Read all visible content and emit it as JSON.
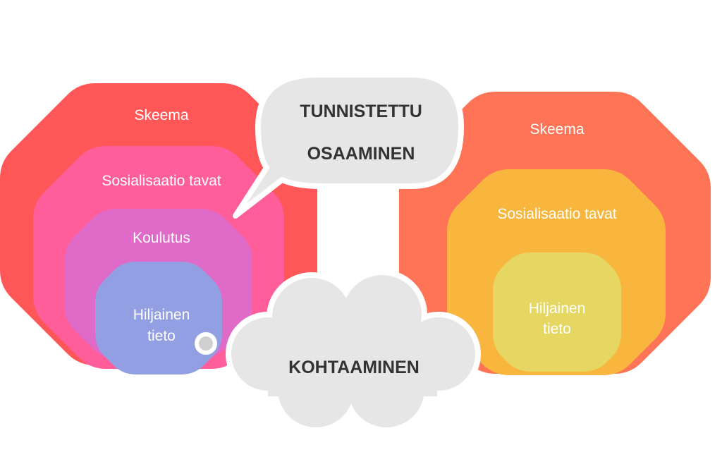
{
  "left_group": {
    "outer_label": "Skeema",
    "second_label": "Sosialisaatio tavat",
    "third_label": "Koulutus",
    "inner_label_line1": "Hiljainen",
    "inner_label_line2": "tieto"
  },
  "right_group": {
    "outer_label": "Skeema",
    "second_label": "Sosialisaatio tavat",
    "inner_label_line1": "Hiljainen",
    "inner_label_line2": "tieto"
  },
  "speech_bubble": {
    "line1": "TUNNISTETTU",
    "line2": "OSAAMINEN"
  },
  "cloud": {
    "label": "KOHTAAMINEN"
  },
  "colors": {
    "left_outer": "#FF5757",
    "left_second": "#FF5E9A",
    "left_third": "#E06AC8",
    "left_inner": "#929FE3",
    "right_outer": "#FF7356",
    "right_second": "#F8B63E",
    "right_inner": "#E5D762",
    "bubble": "#E6E6E6",
    "bubble_text": "#333333"
  }
}
